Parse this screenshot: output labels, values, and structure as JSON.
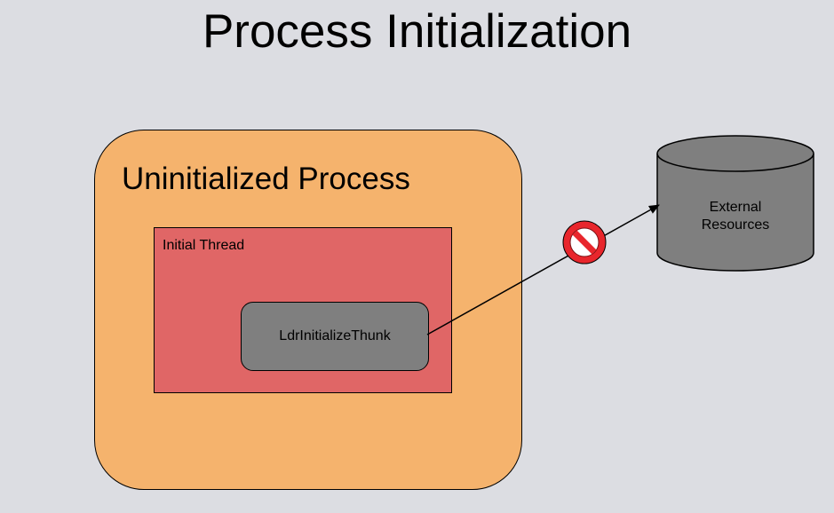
{
  "title": "Process Initialization",
  "process": {
    "label": "Uninitialized Process",
    "thread": {
      "label": "Initial Thread",
      "routine": "LdrInitializeThunk"
    }
  },
  "resources": {
    "line1": "External",
    "line2": "Resources"
  },
  "colors": {
    "background": "#dcdde2",
    "process_fill": "#f5b36d",
    "thread_fill": "#e06666",
    "routine_fill": "#7f7f7f",
    "resources_fill": "#7f7f7f",
    "prohibited_red": "#e8262c"
  },
  "icons": {
    "blocked": "prohibited-icon"
  }
}
